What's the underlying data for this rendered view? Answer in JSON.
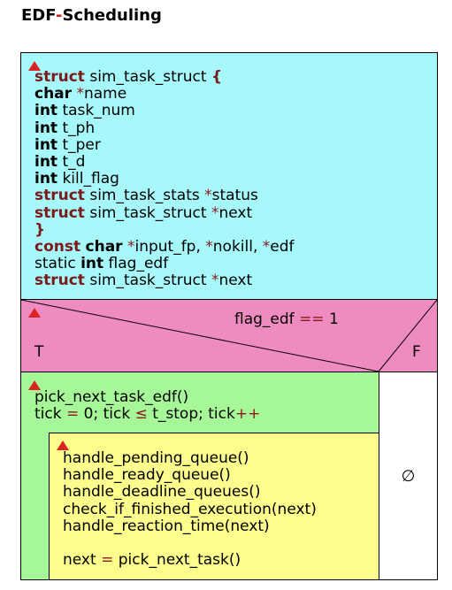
{
  "title": {
    "pre": "EDF",
    "dash": "-",
    "post": "Scheduling"
  },
  "struct_block": {
    "lines": [
      [
        {
          "t": "struct",
          "c": "kw"
        },
        {
          "t": " sim_task_struct "
        },
        {
          "t": "{",
          "c": "kw"
        }
      ],
      [
        {
          "t": "char",
          "c": "kwb"
        },
        {
          "t": " "
        },
        {
          "t": "*",
          "c": "op"
        },
        {
          "t": "name"
        }
      ],
      [
        {
          "t": "int",
          "c": "kwb"
        },
        {
          "t": " task_num"
        }
      ],
      [
        {
          "t": "int",
          "c": "kwb"
        },
        {
          "t": " t_ph"
        }
      ],
      [
        {
          "t": "int",
          "c": "kwb"
        },
        {
          "t": " t_per"
        }
      ],
      [
        {
          "t": "int",
          "c": "kwb"
        },
        {
          "t": " t_d"
        }
      ],
      [
        {
          "t": "int",
          "c": "kwb"
        },
        {
          "t": " kill_flag"
        }
      ],
      [
        {
          "t": "struct",
          "c": "kw"
        },
        {
          "t": " sim_task_stats "
        },
        {
          "t": "*",
          "c": "op"
        },
        {
          "t": "status"
        }
      ],
      [
        {
          "t": "struct",
          "c": "kw"
        },
        {
          "t": " sim_task_struct "
        },
        {
          "t": "*",
          "c": "op"
        },
        {
          "t": "next"
        }
      ],
      [
        {
          "t": "}",
          "c": "kw"
        }
      ],
      [
        {
          "t": "const",
          "c": "kw"
        },
        {
          "t": " "
        },
        {
          "t": "char",
          "c": "kwb"
        },
        {
          "t": " "
        },
        {
          "t": "*",
          "c": "op"
        },
        {
          "t": "input_fp, "
        },
        {
          "t": "*",
          "c": "op"
        },
        {
          "t": "nokill, "
        },
        {
          "t": "*",
          "c": "op"
        },
        {
          "t": "edf"
        }
      ],
      [
        {
          "t": "static "
        },
        {
          "t": "int",
          "c": "kwb"
        },
        {
          "t": " flag_edf"
        }
      ],
      [
        {
          "t": "struct",
          "c": "kw"
        },
        {
          "t": " sim_task_struct "
        },
        {
          "t": "*",
          "c": "op"
        },
        {
          "t": "next"
        }
      ]
    ]
  },
  "condition": {
    "parts": [
      {
        "t": "flag_edf "
      },
      {
        "t": "==",
        "c": "op"
      },
      {
        "t": " 1"
      }
    ],
    "true_label": "T",
    "false_label": "F"
  },
  "loop_block": {
    "lines": [
      [
        {
          "t": "pick_next_task_edf()"
        }
      ],
      [
        {
          "t": "tick "
        },
        {
          "t": "=",
          "c": "op"
        },
        {
          "t": " 0; tick "
        },
        {
          "t": "≤",
          "c": "op"
        },
        {
          "t": " t_stop; tick"
        },
        {
          "t": "++",
          "c": "op"
        }
      ]
    ]
  },
  "body_block": {
    "lines": [
      [
        {
          "t": "handle_pending_queue()"
        }
      ],
      [
        {
          "t": "handle_ready_queue()"
        }
      ],
      [
        {
          "t": "handle_deadline_queues()"
        }
      ],
      [
        {
          "t": "check_if_finished_execution(next)"
        }
      ],
      [
        {
          "t": "handle_reaction_time(next)"
        }
      ],
      [
        {
          "t": " "
        }
      ],
      [
        {
          "t": "next "
        },
        {
          "t": "=",
          "c": "op"
        },
        {
          "t": " pick_next_task()"
        }
      ]
    ]
  },
  "else_block": {
    "symbol": "∅"
  },
  "colors": {
    "struct_bg": "#a6f8fa",
    "condition_bg": "#ee8bc1",
    "loop_bg": "#a5f797",
    "body_bg": "#fdfd8d",
    "else_bg": "#ffffff",
    "marker": "#dd2222"
  }
}
